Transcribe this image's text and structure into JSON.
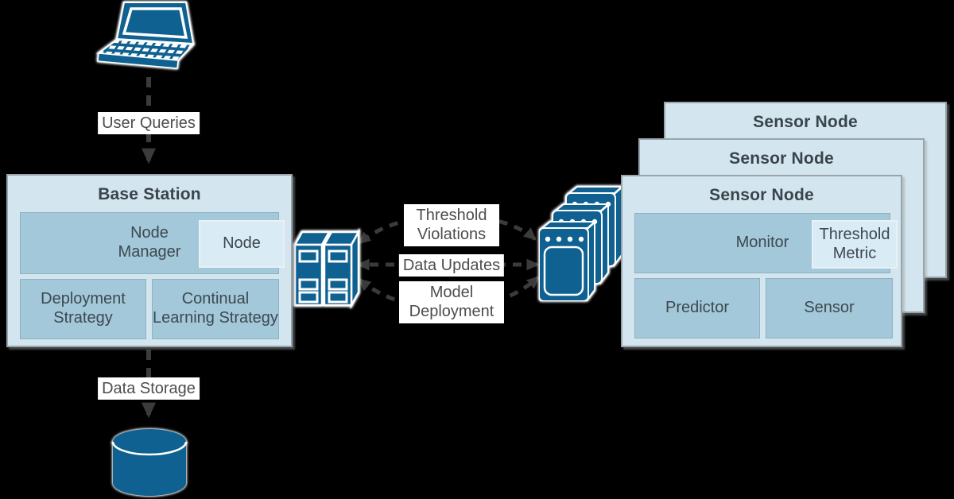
{
  "colors": {
    "background": "#000000",
    "icon_blue": "#0e6190",
    "panel_fill": "#d3e5ee",
    "panel_border": "#98a3aa",
    "component_fill": "#a2c8d9",
    "subcomponent_fill": "#d9ecf5",
    "title_text": "#39444c",
    "connector_gray": "#3b3b3b",
    "edge_label_bg": "#ffffff",
    "edge_label_text": "#4d4d4d"
  },
  "base_station": {
    "title": "Base Station",
    "node_manager_label": "Node Manager",
    "node_label": "Node",
    "deployment_strategy_label": "Deployment Strategy",
    "continual_learning_label": "Continual Learning Strategy"
  },
  "sensor_stack": {
    "back_title": "Sensor Node",
    "middle_title": "Sensor Node",
    "front_title": "Sensor Node",
    "monitor_label": "Monitor",
    "threshold_metric_label": "Threshold Metric",
    "predictor_label": "Predictor",
    "sensor_label": "Sensor"
  },
  "edges": {
    "user_queries": "User Queries",
    "data_storage": "Data Storage",
    "threshold_violations": "Threshold Violations",
    "data_updates": "Data Updates",
    "model_deployment": "Model Deployment"
  },
  "icons": {
    "user_device": "laptop-icon",
    "base_station_server": "server-rack-icon",
    "sensor_devices": "mobile-devices-icon",
    "data_storage": "database-icon"
  }
}
